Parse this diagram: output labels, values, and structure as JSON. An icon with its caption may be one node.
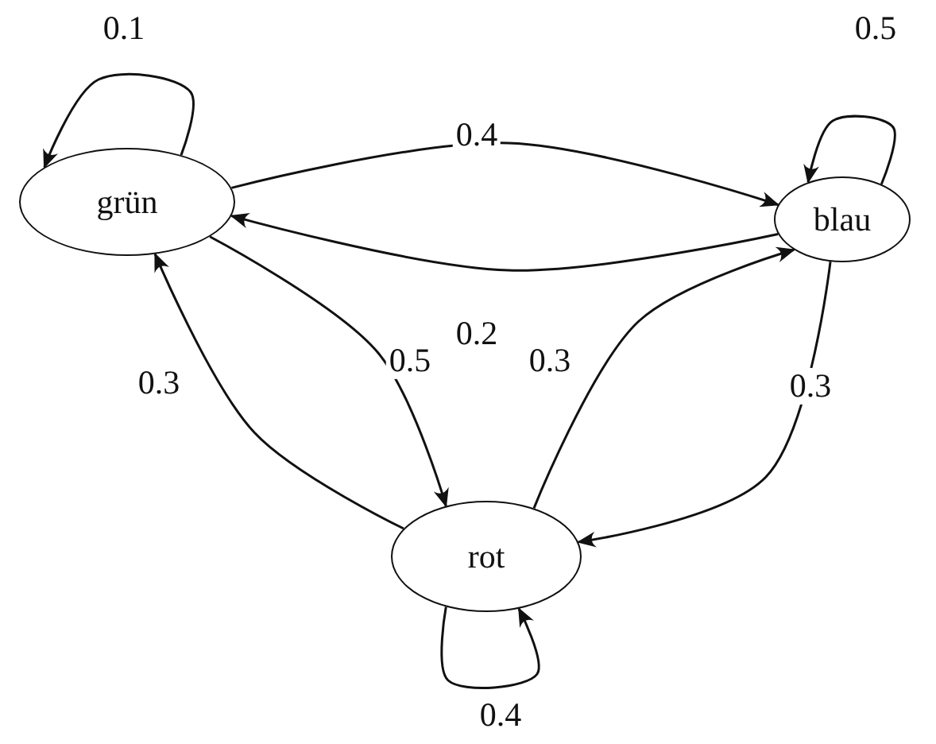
{
  "diagram": {
    "nodes": [
      {
        "text": [
          "grün"
        ]
      },
      {
        "text": [
          "blau"
        ]
      },
      {
        "text": [
          "rot"
        ]
      }
    ],
    "edges": [
      {
        "from": 0,
        "to": 0,
        "arrow": "to",
        "label": "0.1"
      },
      {
        "from": 0,
        "to": 1,
        "arrow": "to",
        "label": "0.4"
      },
      {
        "from": 1,
        "to": 0,
        "arrow": "to",
        "label": "0.2"
      },
      {
        "from": 0,
        "to": 2,
        "arrow": "to",
        "label": "0.5"
      },
      {
        "from": 2,
        "to": 0,
        "arrow": "to",
        "label": "0.3"
      },
      {
        "from": 2,
        "to": 1,
        "arrow": "to",
        "label": "0.3"
      },
      {
        "from": 1,
        "to": 2,
        "arrow": "to",
        "label": "0.3"
      },
      {
        "from": 1,
        "to": 1,
        "arrow": "to",
        "label": "0.5"
      },
      {
        "from": 2,
        "to": 2,
        "arrow": "to",
        "label": "0.4"
      }
    ]
  }
}
